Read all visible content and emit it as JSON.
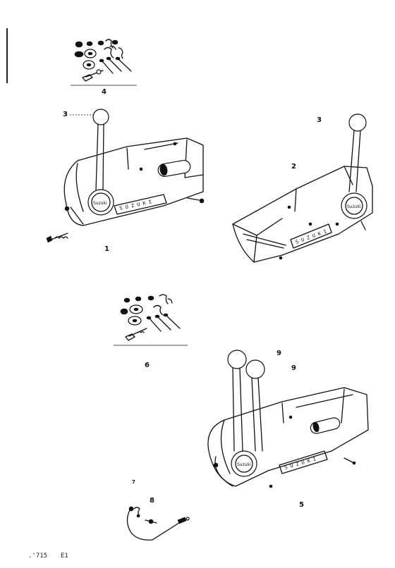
{
  "callouts": {
    "c1": "1",
    "c2": "2",
    "c3a": "3",
    "c3b": "3",
    "c4": "4",
    "c5": "5",
    "c6": "6",
    "c7": "7",
    "c8": "8",
    "c9a": "9",
    "c9b": "9"
  },
  "footer": {
    "left": ".'715",
    "right": "E1"
  }
}
